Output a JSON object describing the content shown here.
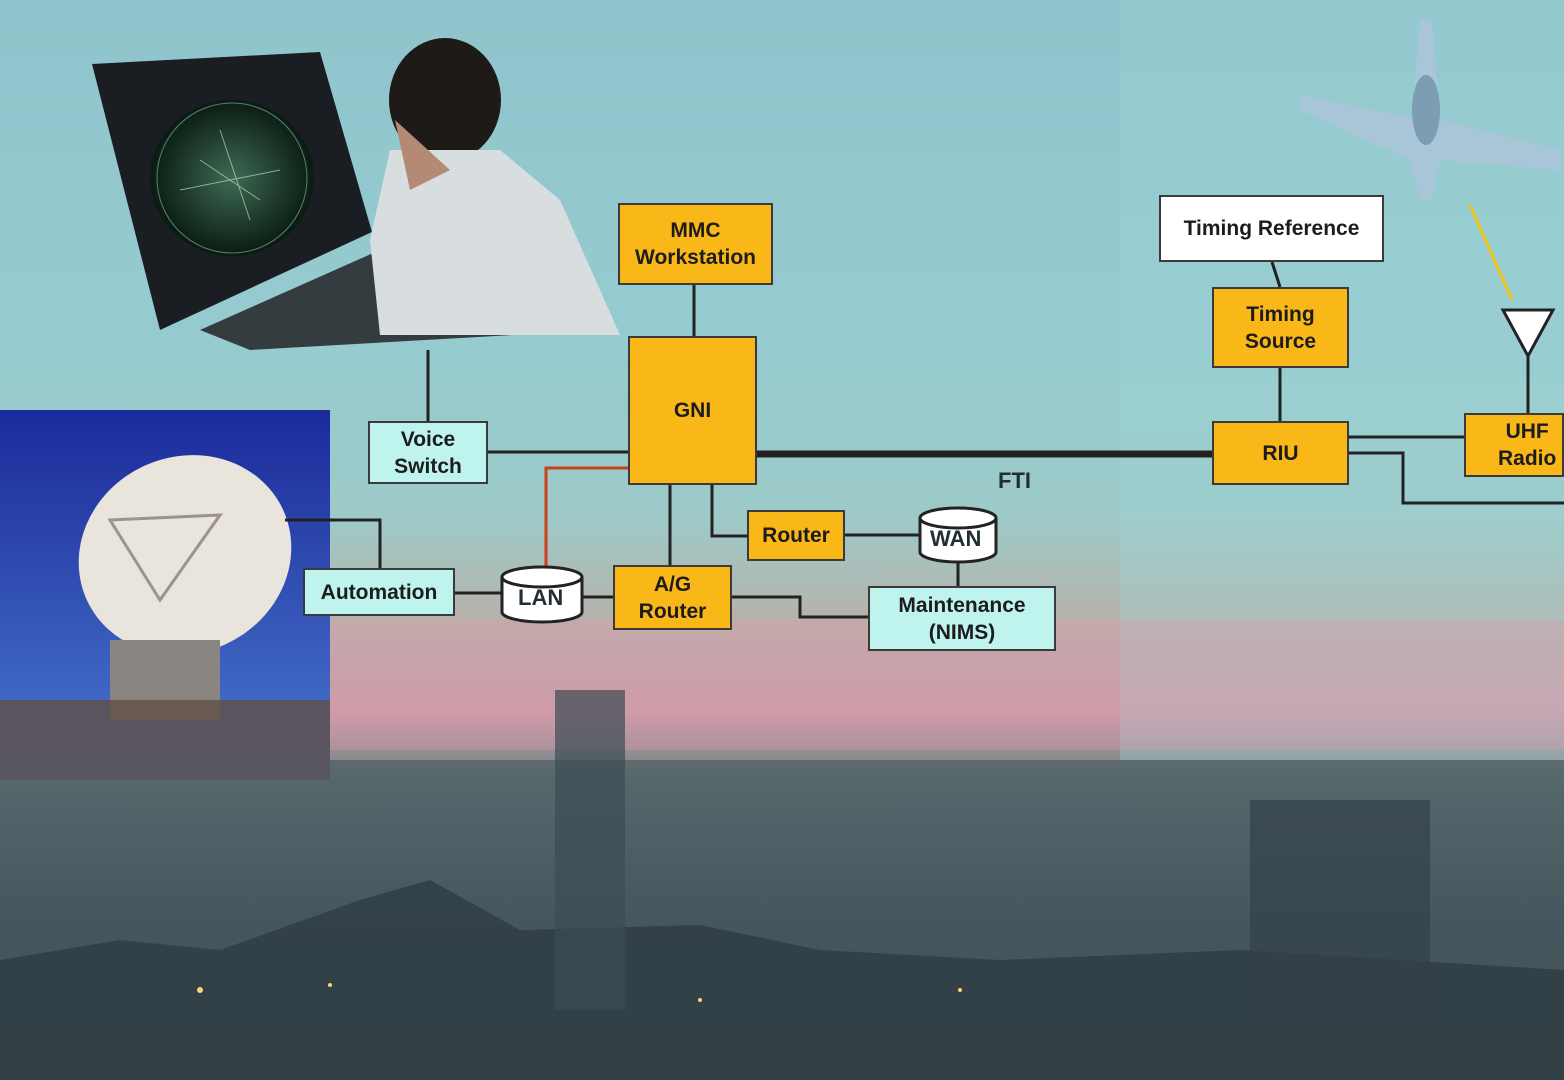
{
  "diagram": {
    "nodes": {
      "mmc_workstation": "MMC\nWorkstation",
      "gni": "GNI",
      "voice_switch": "Voice\nSwitch",
      "automation": "Automation",
      "lan": "LAN",
      "ag_router": "A/G\nRouter",
      "router": "Router",
      "wan": "WAN",
      "maintenance": "Maintenance\n(NIMS)",
      "timing_reference": "Timing Reference",
      "timing_source": "Timing\nSource",
      "riu": "RIU",
      "uhf_radio": "UHF\nRadio"
    },
    "link_labels": {
      "fti": "FTI"
    },
    "colors": {
      "component": "#f9b718",
      "external_system": "#bff3ee",
      "reference": "#ffffff",
      "connector": "#222222",
      "lan_link": "#c8401c",
      "signal": "#f2c419"
    },
    "edges": [
      [
        "mmc_workstation",
        "gni"
      ],
      [
        "voice_switch",
        "gni"
      ],
      [
        "gni",
        "riu"
      ],
      [
        "gni",
        "router"
      ],
      [
        "gni",
        "ag_router"
      ],
      [
        "gni",
        "lan"
      ],
      [
        "router",
        "wan"
      ],
      [
        "wan",
        "maintenance"
      ],
      [
        "ag_router",
        "maintenance"
      ],
      [
        "lan",
        "ag_router"
      ],
      [
        "automation",
        "lan"
      ],
      [
        "timing_reference",
        "timing_source"
      ],
      [
        "timing_source",
        "riu"
      ],
      [
        "riu",
        "uhf_radio"
      ]
    ]
  },
  "imagery": {
    "radar_console": "operator-radar-console",
    "radar_dish": "satellite-dish-antenna",
    "aircraft": "fighter-jet",
    "antenna": "uhf-antenna-icon",
    "skyline": "airport-control-tower-night"
  }
}
